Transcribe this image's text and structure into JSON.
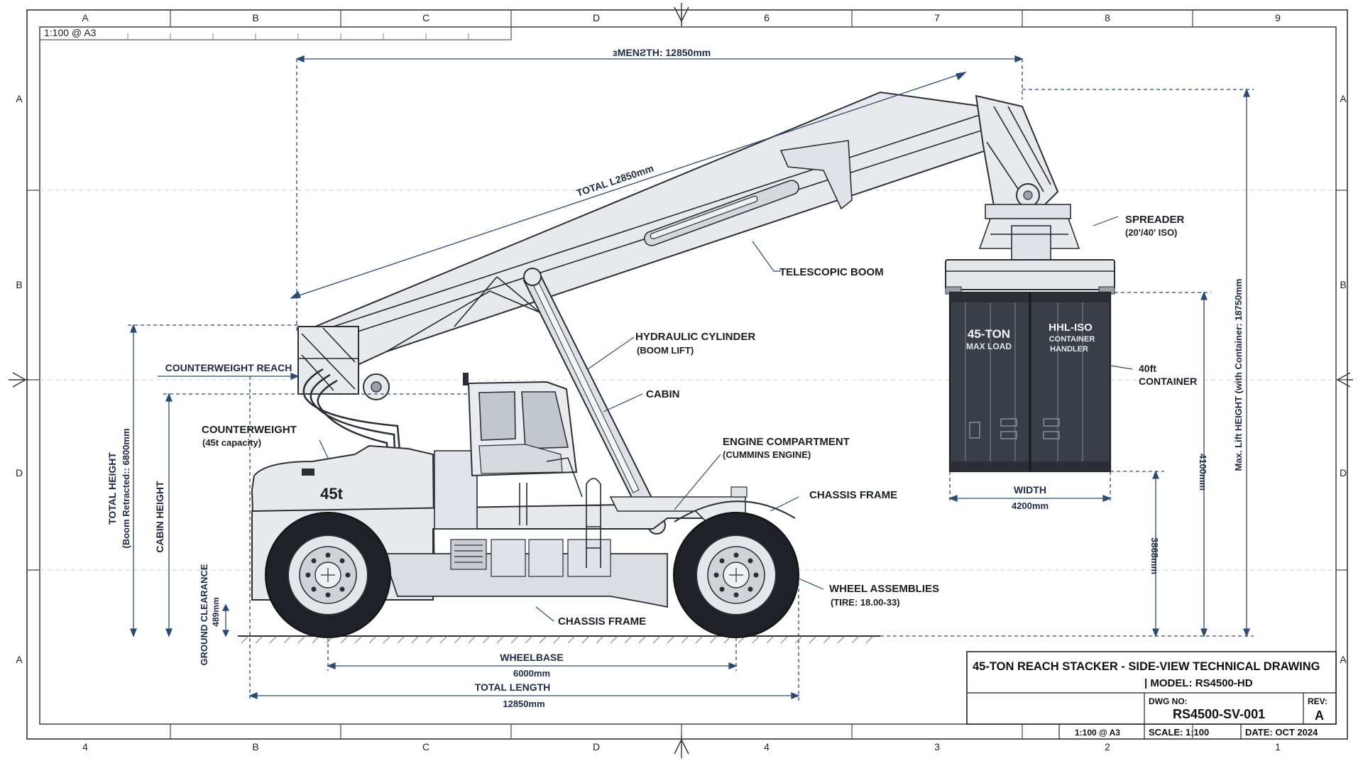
{
  "grid": {
    "top_cols": [
      "A",
      "B",
      "C",
      "D",
      "6",
      "7",
      "8",
      "9"
    ],
    "bottom_cols": [
      "4",
      "B",
      "C",
      "D",
      "4",
      "3",
      "2",
      "1"
    ],
    "left_rows": [
      "A",
      "B",
      "D",
      "A"
    ],
    "right_rows": [
      "A",
      "B",
      "D",
      "A"
    ]
  },
  "scale_bar_label": "1:100 @ A3",
  "dimensions": {
    "top_length": "ɜMENƧTH: 12850mm",
    "boom_total": "TOTAL L2850mm",
    "total_height": "TOTAL HEIGHT",
    "total_height_sub": "(Boom Retracted:: 6800mm",
    "cabin_height": "CABIN HEIGHT",
    "ground_clearance": "GROUND CLEARANCE",
    "ground_clearance_val": "489mm",
    "counterweight_reach": "COUNTERWEIGHT REACH",
    "wheelbase": "WHEELBASE",
    "wheelbase_val": "6000mm",
    "total_length": "TOTAL LENGTH",
    "total_length_val": "12850mm",
    "width": "WIDTH",
    "width_val": "4200mm",
    "container_height": "4100mm",
    "spreader_height": "3868mm",
    "max_lift": "Max. Lift HEIGHT (with Container: 18750mm"
  },
  "callouts": {
    "telescopic_boom": "TELESCOPIC BOOM",
    "spreader": "SPREADER",
    "spreader_sub": "(20'/40' ISO)",
    "hydraulic": "HYDRAULIC CYLINDER",
    "hydraulic_sub": "(BOOM LIFT)",
    "cabin": "CABIN",
    "counterweight": "COUNTERWEIGHT",
    "counterweight_sub": "(45t capacity)",
    "engine": "ENGINE COMPARTMENT",
    "engine_sub": "(CUMMINS ENGINE)",
    "chassis_right": "CHASSIS FRAME",
    "chassis_bottom": "CHASSIS FRAME",
    "wheels": "WHEEL ASSEMBLIES",
    "wheels_sub": "(TIRE: 18.00-33)",
    "container": "40ft",
    "container_sub": "CONTAINER"
  },
  "container_text": {
    "load": "45-TON",
    "load_sub": "MAX LOAD",
    "iso": "HHL-ISO",
    "iso_sub1": "CONTAINER",
    "iso_sub2": "HANDLER"
  },
  "body_badge": "45t",
  "title_block": {
    "title": "45-TON REACH STACKER - SIDE-VIEW TECHNICAL DRAWING",
    "model": "| MODEL: RS4500-HD",
    "dwg_label": "DWG NO:",
    "dwg_no": "RS4500-SV-001",
    "rev_label": "REV:",
    "rev": "A",
    "scale_sheet": "1:100 @ A3",
    "scale": "SCALE: 1:100",
    "date": "DATE: OCT 2024"
  },
  "colors": {
    "ink": "#25292f",
    "dimension": "#2d4a70",
    "body_fill": "#e7e9ec",
    "container_fill": "#3a3f47"
  }
}
